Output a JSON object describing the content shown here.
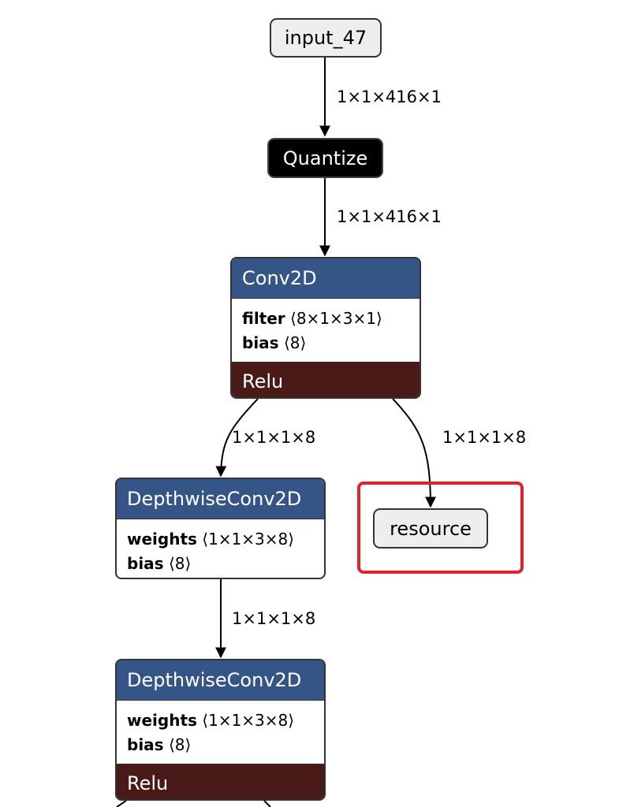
{
  "colors": {
    "op_header": "#355587",
    "activation_footer": "#4a1a19",
    "io_node": "#eeeeee",
    "quantize_node": "#000000",
    "highlight": "#e3212b"
  },
  "nodes": {
    "input": {
      "label": "input_47"
    },
    "quantize": {
      "label": "Quantize"
    },
    "conv2d": {
      "title": "Conv2D",
      "attrs": [
        {
          "name": "filter",
          "shape": "⟨8×1×3×1⟩"
        },
        {
          "name": "bias",
          "shape": "⟨8⟩"
        }
      ],
      "activation": "Relu"
    },
    "depthwise1": {
      "title": "DepthwiseConv2D",
      "attrs": [
        {
          "name": "weights",
          "shape": "⟨1×1×3×8⟩"
        },
        {
          "name": "bias",
          "shape": "⟨8⟩"
        }
      ]
    },
    "resource": {
      "label": "resource"
    },
    "depthwise2": {
      "title": "DepthwiseConv2D",
      "attrs": [
        {
          "name": "weights",
          "shape": "⟨1×1×3×8⟩"
        },
        {
          "name": "bias",
          "shape": "⟨8⟩"
        }
      ],
      "activation": "Relu"
    }
  },
  "edges": {
    "input_to_quantize": "1×1×416×1",
    "quantize_to_conv": "1×1×416×1",
    "conv_to_depthwise1": "1×1×1×8",
    "conv_to_resource": "1×1×1×8",
    "depthwise1_to_depthwise2": "1×1×1×8"
  }
}
